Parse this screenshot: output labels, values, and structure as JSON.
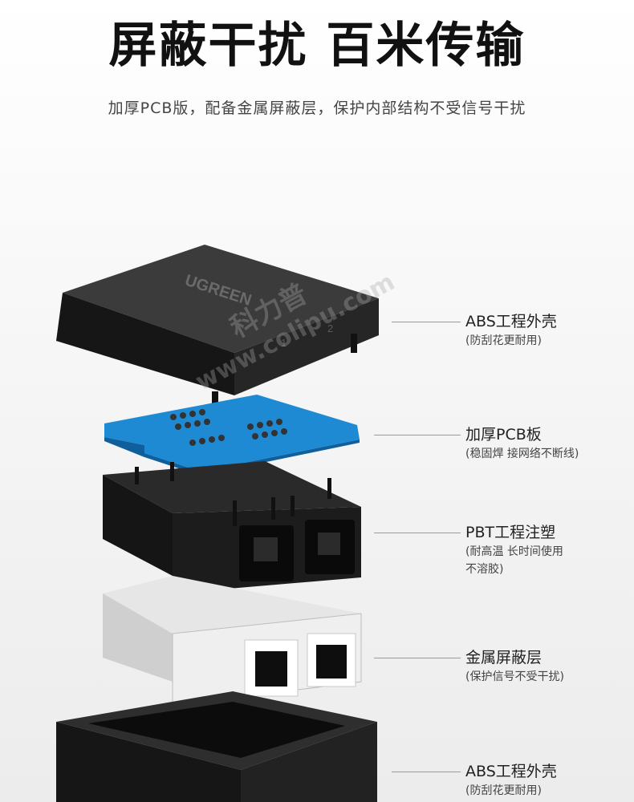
{
  "headline": "屏蔽干扰 百米传输",
  "subline": "加厚PCB版，配备金属屏蔽层，保护内部结构不受信号干扰",
  "brand_logo": "UGREEN",
  "port_numbers": [
    "1",
    "2"
  ],
  "watermark": {
    "cn": "科力普",
    "url": "www.colipu.com"
  },
  "callouts": [
    {
      "title": "ABS工程外壳",
      "lines": [
        "(防刮花更耐用)"
      ]
    },
    {
      "title": "加厚PCB板",
      "lines": [
        "(稳固焊 接网络不断线)"
      ]
    },
    {
      "title": "PBT工程注塑",
      "lines": [
        "(耐高温 长时间使用",
        "不溶胶)"
      ]
    },
    {
      "title": "金属屏蔽层",
      "lines": [
        "(保护信号不受干扰)"
      ]
    },
    {
      "title": "ABS工程外壳",
      "lines": [
        "(防刮花更耐用)"
      ]
    }
  ],
  "colors": {
    "pcb": "#1f8ad4",
    "shell": "#1e1e1e",
    "metal": "#dcdcdc"
  }
}
